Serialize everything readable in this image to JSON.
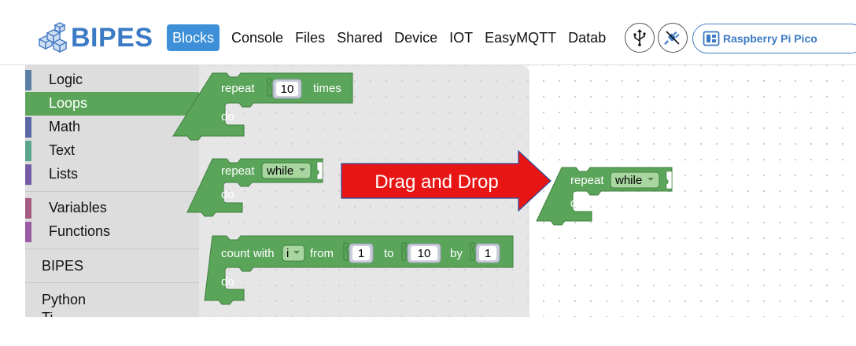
{
  "app": {
    "logo_text": "BIPES",
    "device": "Raspberry Pi Pico"
  },
  "nav": {
    "items": [
      "Blocks",
      "Console",
      "Files",
      "Shared",
      "Device",
      "IOT",
      "EasyMQTT",
      "Datab"
    ],
    "active": "Blocks"
  },
  "toolbox": {
    "categories": [
      {
        "label": "Logic",
        "color": "#5b80a5"
      },
      {
        "label": "Loops",
        "color": "#5ba55b"
      },
      {
        "label": "Math",
        "color": "#5b67a5"
      },
      {
        "label": "Text",
        "color": "#5ba58c"
      },
      {
        "label": "Lists",
        "color": "#745ba5"
      },
      {
        "label": "Variables",
        "color": "#a55b80"
      },
      {
        "label": "Functions",
        "color": "#995ba5"
      }
    ],
    "plain": [
      "BIPES",
      "Python",
      "Ti..."
    ]
  },
  "blocks": {
    "repeat_times": {
      "repeat": "repeat",
      "count": "10",
      "times": "times",
      "do": "do"
    },
    "repeat_while": {
      "repeat": "repeat",
      "mode": "while",
      "do": "do"
    },
    "count_with": {
      "count_with": "count with",
      "var": "i",
      "from": "from",
      "from_val": "1",
      "to": "to",
      "to_val": "10",
      "by": "by",
      "by_val": "1",
      "do": "do"
    },
    "dragged": {
      "repeat": "repeat",
      "mode": "while",
      "do": "do"
    }
  },
  "annotation": {
    "text": "Drag and Drop",
    "color": "#e81515"
  },
  "colors": {
    "block": "#5ba55b",
    "block_dark": "#3e7e3e",
    "accent": "#3d8fd8"
  }
}
